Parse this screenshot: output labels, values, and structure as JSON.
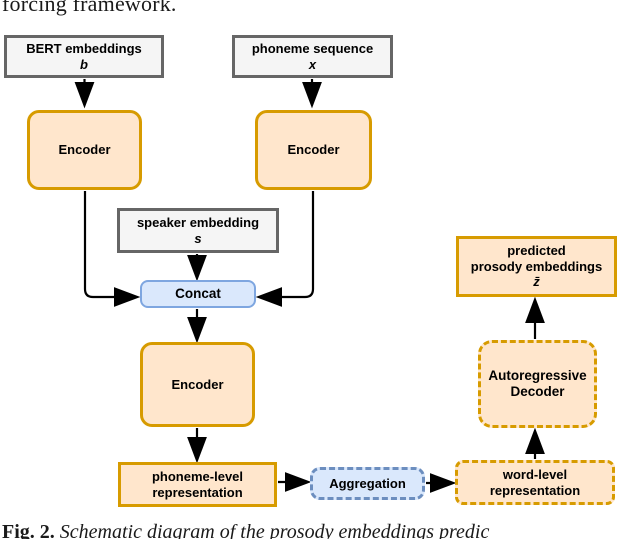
{
  "page": {
    "top_text": "forcing framework.",
    "caption_label": "Fig. 2.",
    "caption_text": " Schematic diagram of the prosody embeddings predic"
  },
  "diagram": {
    "nodes": {
      "bert": {
        "label": "BERT embeddings",
        "var": "b"
      },
      "phoneme_seq": {
        "label": "phoneme sequence",
        "var": "x"
      },
      "encoder_left": {
        "label": "Encoder"
      },
      "encoder_right": {
        "label": "Encoder"
      },
      "speaker": {
        "label": "speaker embedding",
        "var": "s"
      },
      "concat": {
        "label": "Concat"
      },
      "encoder_main": {
        "label": "Encoder"
      },
      "phoneme_level": {
        "line1": "phoneme-level",
        "line2": "representation"
      },
      "aggregation": {
        "label": "Aggregation"
      },
      "word_level": {
        "line1": "word-level",
        "line2": "representation"
      },
      "decoder": {
        "line1": "Autoregressive",
        "line2": "Decoder"
      },
      "predicted": {
        "line1": "predicted",
        "line2": "prosody embeddings",
        "var": "z̄"
      }
    },
    "colors": {
      "orange_fill": "#FFE6CC",
      "orange_stroke": "#D79B00",
      "blue_fill": "#DAE8FC",
      "blue_stroke_solid": "#7EA6E0",
      "blue_stroke_dashed": "#6C8EBF",
      "gray_fill": "#F5F5F5",
      "gray_stroke": "#666666",
      "arrow": "#000000"
    }
  }
}
